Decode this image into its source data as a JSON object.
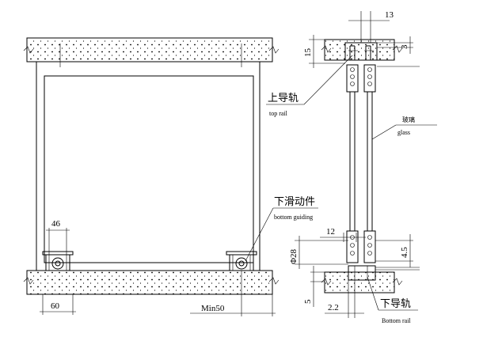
{
  "front_view": {
    "dim_roller_width": "46",
    "dim_base_width": "60",
    "dim_min_clearance": "Min50",
    "label_bottom_guiding_cn": "下滑动件",
    "label_bottom_guiding_en": "bottom guiding"
  },
  "section_view": {
    "dim_gap": "13",
    "dim_top_depth": "15",
    "dim_top_offset": "3",
    "dim_bottom_gap": "12",
    "dim_roller_diameter": "Φ28",
    "dim_bottom_clearance": "4.5",
    "dim_floor_depth": "5",
    "dim_channel_width": "2.2",
    "label_top_rail_cn": "上导轨",
    "label_top_rail_en": "top rail",
    "label_glass_cn": "玻璃",
    "label_glass_en": "glass",
    "label_bottom_rail_cn": "下导轨",
    "label_bottom_rail_en": "Bottom rail"
  }
}
